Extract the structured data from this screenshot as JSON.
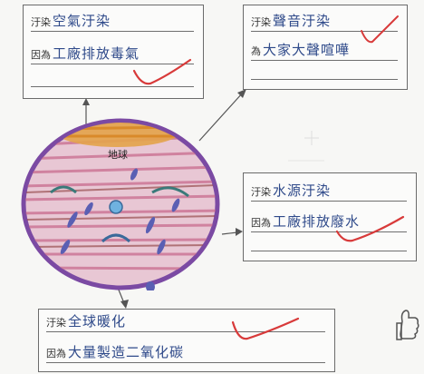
{
  "box_top_left": {
    "line1_label": "汙染",
    "line1_value": "空氣汙染",
    "line2_label": "因為",
    "line2_value": "工廠排放毒氣"
  },
  "box_top_right": {
    "line1_label": "汙染",
    "line1_value": "聲音汙染",
    "line2_label": "為",
    "line2_value": "大家大聲喧嘩"
  },
  "box_mid_right": {
    "line1_label": "汙染",
    "line1_value": "水源汙染",
    "line2_label": "因為",
    "line2_value": "工廠排放廢水"
  },
  "box_bottom": {
    "line1_label": "汙染",
    "line1_value": "全球暖化",
    "line2_label": "因為",
    "line2_value": "大量製造二氧化碳"
  },
  "globe": {
    "caption": "地球"
  },
  "colors": {
    "ink_blue": "#2f4a8a",
    "check_red": "#d83a3a",
    "globe_pink": "#d98ea9",
    "globe_purple": "#7b4aa3",
    "globe_orange": "#e3a34a",
    "tear_blue": "#5a5fb3"
  }
}
